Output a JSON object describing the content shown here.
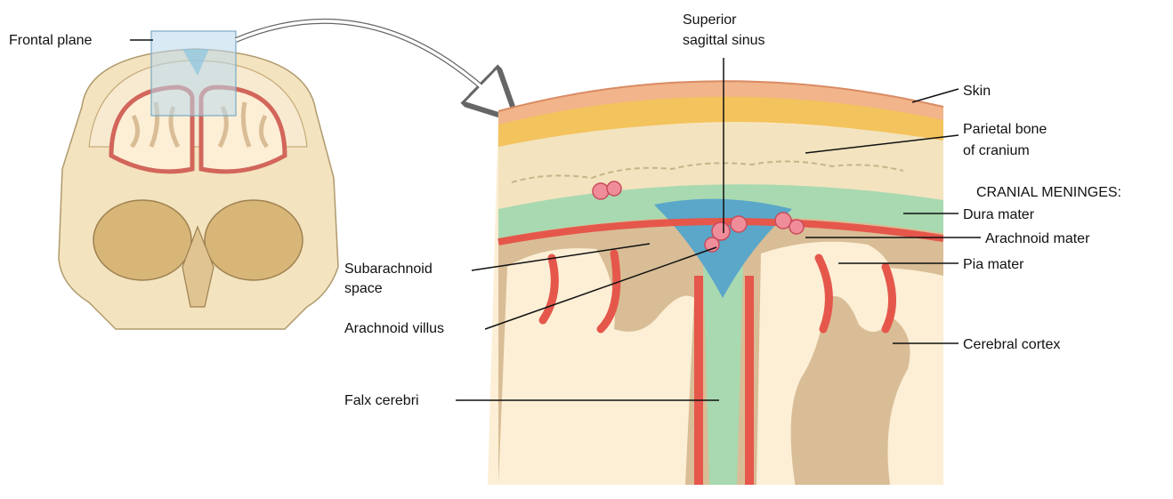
{
  "colors": {
    "skin": "#f2b48a",
    "fat": "#f3c35d",
    "bone": "#f3e3bf",
    "dura": "#a8d9b0",
    "sinus": "#5aa7c9",
    "pia": "#e5574b",
    "cortex": "#d9bd96",
    "white_matter": "#fcefd6",
    "plane": "#b9d9ec"
  },
  "labels": {
    "frontal_plane": "Frontal plane",
    "superior_sagittal_sinus_1": "Superior",
    "superior_sagittal_sinus_2": "sagittal sinus",
    "skin": "Skin",
    "parietal_bone_1": "Parietal bone",
    "parietal_bone_2": "of cranium",
    "cranial_meninges": "CRANIAL MENINGES:",
    "dura_mater": "Dura mater",
    "arachnoid_mater": "Arachnoid mater",
    "pia_mater": "Pia mater",
    "subarachnoid_space_1": "Subarachnoid",
    "subarachnoid_space_2": "space",
    "arachnoid_villus": "Arachnoid villus",
    "cerebral_cortex": "Cerebral cortex",
    "falx_cerebri": "Falx cerebri"
  }
}
